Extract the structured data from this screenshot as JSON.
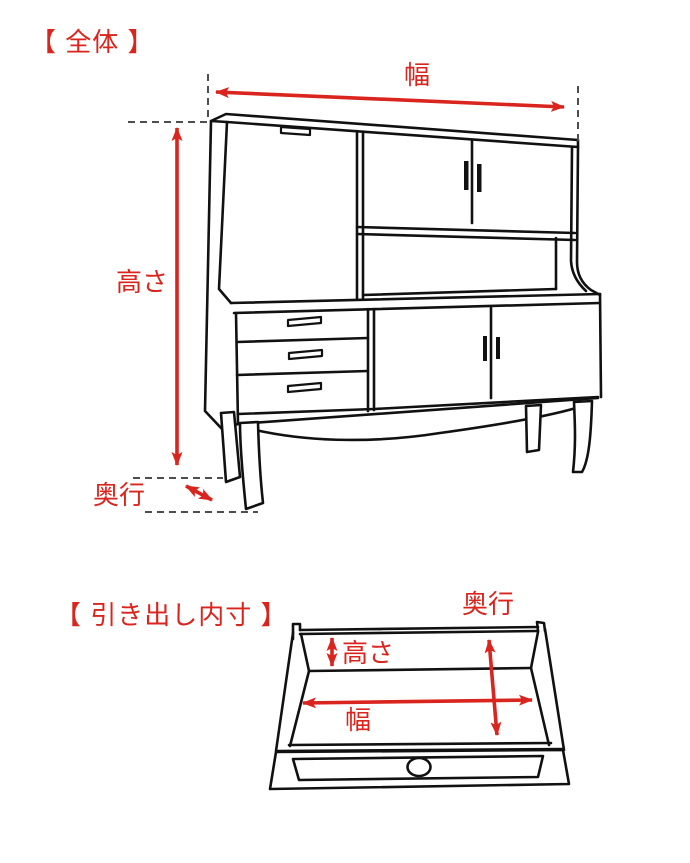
{
  "colors": {
    "accent": "#d9251e",
    "line": "#111111",
    "dash": "#4d4d4d",
    "background": "#ffffff"
  },
  "overall_section": {
    "heading": "【 全体 】",
    "dimension_labels": {
      "width": "幅",
      "height": "高さ",
      "depth": "奥行"
    }
  },
  "drawer_section": {
    "heading": "【 引き出し内寸 】",
    "dimension_labels": {
      "depth": "奥行",
      "height": "高さ",
      "width": "幅"
    }
  }
}
